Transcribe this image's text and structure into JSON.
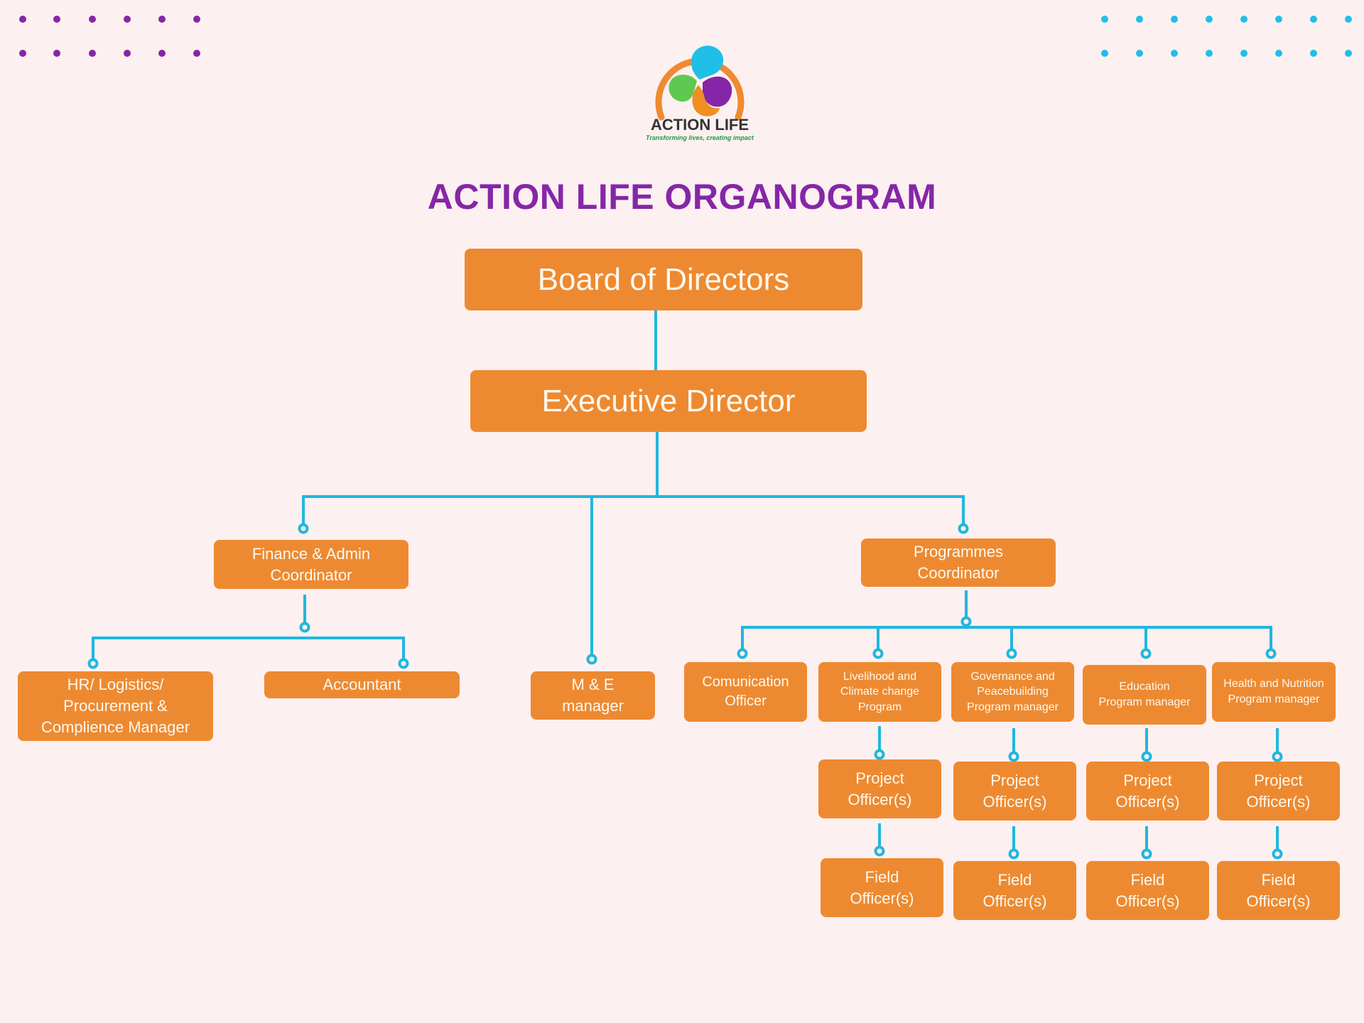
{
  "logo": {
    "name": "ACTION LIFE",
    "tagline": "Transforming lives, creating impact",
    "colors": {
      "ring": "#ef8a31",
      "cyan": "#1fbfe8",
      "purple": "#8526a8",
      "green": "#5ec950",
      "orange": "#ef8f22"
    }
  },
  "title": "ACTION LIFE ORGANOGRAM",
  "colors": {
    "box": "#ed8a31",
    "box_text": "#fff8ee",
    "connector": "#1fb7df",
    "title": "#8526a8",
    "background": "#fdf0f0"
  },
  "nodes": {
    "board": "Board of Directors",
    "executive": "Executive Director",
    "finance": "Finance & Admin\nCoordinator",
    "me": "M & E\nmanager",
    "programmes": "Programmes\nCoordinator",
    "hr": "HR/ Logistics/\nProcurement &\nComplience Manager",
    "accountant": "Accountant",
    "communication": "Comunication\nOfficer",
    "livelihood": "Livelihood and\nClimate change\nProgram",
    "governance": "Governance and\nPeacebuilding\nProgram manager",
    "education": "Education\nProgram manager",
    "health": "Health and Nutrition\nProgram manager",
    "project_officers": [
      "Project\nOfficer(s)",
      "Project\nOfficer(s)",
      "Project\nOfficer(s)",
      "Project\nOfficer(s)"
    ],
    "field_officers": [
      "Field\nOfficer(s)",
      "Field\nOfficer(s)",
      "Field\nOfficer(s)",
      "Field\nOfficer(s)"
    ]
  },
  "hierarchy": {
    "Board of Directors": [
      "Executive Director"
    ],
    "Executive Director": [
      "Finance & Admin Coordinator",
      "M & E manager",
      "Programmes Coordinator"
    ],
    "Finance & Admin Coordinator": [
      "HR/ Logistics/ Procurement & Complience Manager",
      "Accountant"
    ],
    "Programmes Coordinator": [
      "Comunication Officer",
      "Livelihood and Climate change Program",
      "Governance and Peacebuilding Program manager",
      "Education Program manager",
      "Health and Nutrition Program manager"
    ],
    "Livelihood and Climate change Program": [
      "Project Officer(s)"
    ],
    "Governance and Peacebuilding Program manager": [
      "Project Officer(s)"
    ],
    "Education Program manager": [
      "Project Officer(s)"
    ],
    "Health and Nutrition Program manager": [
      "Project Officer(s)"
    ],
    "Project Officer(s)": [
      "Field Officer(s)"
    ]
  }
}
